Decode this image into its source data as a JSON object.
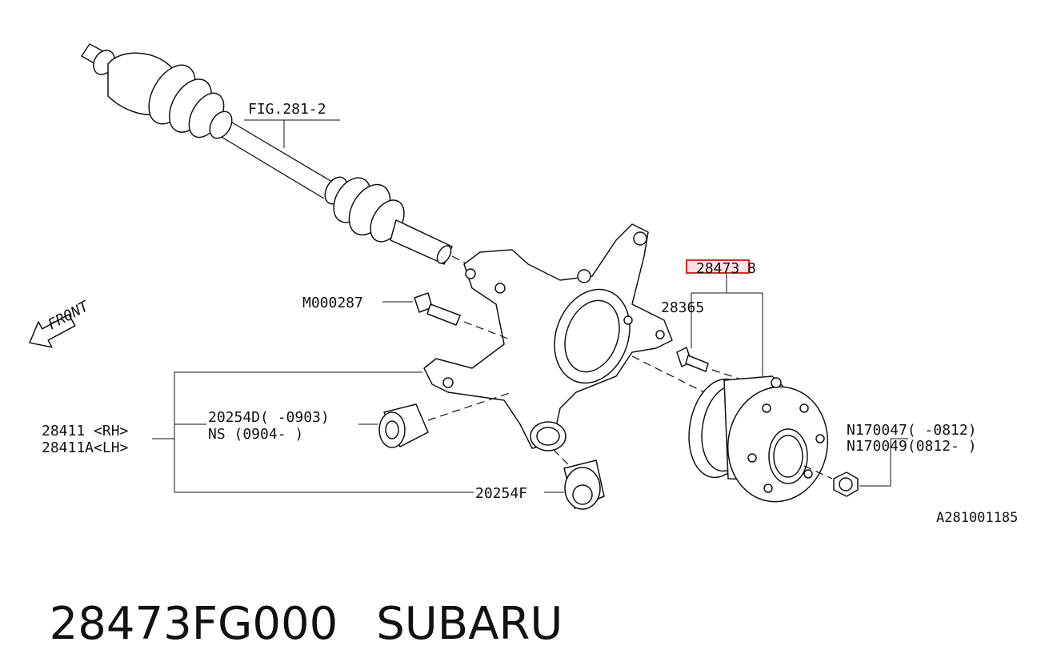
{
  "diagram": {
    "labels": {
      "fig_ref": "FIG.281-2",
      "bolt": "M000287",
      "front": "FRONT",
      "hub_highlight": "28473",
      "hub_suffix": "8",
      "hub_bolt": "28365",
      "knuckle_rh": "28411 <RH>",
      "knuckle_lh": "28411A<LH>",
      "bushing_a_line1": "20254D( -0903)",
      "bushing_a_line2": "NS (0904- )",
      "bushing_b": "20254F",
      "nut_line1": "N170047( -0812)",
      "nut_line2": "N170049(0812- )",
      "drawing_ref": "A281001185"
    },
    "highlight_color": "#e0242a"
  },
  "caption": {
    "part_number": "28473FG000",
    "brand": "SUBARU"
  }
}
